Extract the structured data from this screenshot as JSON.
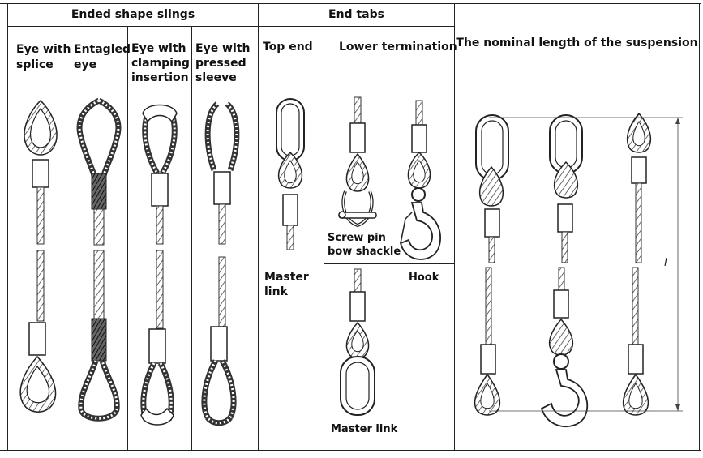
{
  "headers": {
    "group_ended": "Ended shape slings",
    "group_end_tabs": "End tabs",
    "nominal_length": "The nominal length of the suspension"
  },
  "columns": {
    "eye_splice": [
      "Eye with",
      "splice"
    ],
    "entagled": [
      "Entagled",
      "eye"
    ],
    "clamping": [
      "Eye with",
      "clamping",
      "insertion"
    ],
    "pressed": [
      "Eye with",
      "pressed",
      "sleeve"
    ],
    "top_end": "Top end",
    "lower_term": "Lower termination"
  },
  "labels": {
    "master_link_left": [
      "Master",
      "link"
    ],
    "shackle": [
      "Screw pin",
      "bow shackle"
    ],
    "hook": "Hook",
    "master_link_bottom": "Master link",
    "length_symbol": "l"
  }
}
